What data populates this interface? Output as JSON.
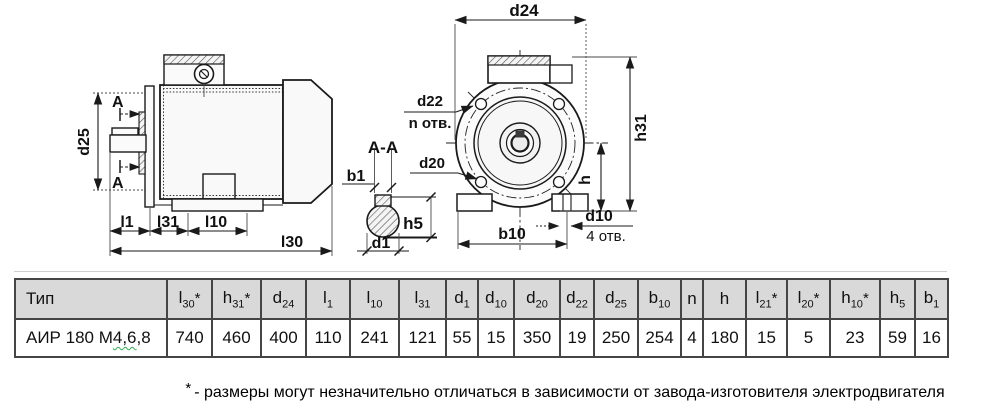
{
  "drawing": {
    "left": {
      "d25": "d25",
      "a_top": "A",
      "a_bottom": "A",
      "l1": "l1",
      "l31": "l31",
      "l10": "l10",
      "l30": "l30"
    },
    "section": {
      "title": "A-A",
      "b1": "b1",
      "h5": "h5",
      "d1": "d1"
    },
    "front": {
      "d24": "d24",
      "d22": "d22",
      "n_holes": "n отв.",
      "d20": "d20",
      "h31": "h31",
      "h": "h",
      "b10": "b10",
      "d10": "d10",
      "four_holes": "4 отв."
    }
  },
  "table": {
    "type_header": "Тип",
    "columns": [
      {
        "b": "l",
        "s": "30",
        "star": "*"
      },
      {
        "b": "h",
        "s": "31",
        "star": "*"
      },
      {
        "b": "d",
        "s": "24"
      },
      {
        "b": "l",
        "s": "1"
      },
      {
        "b": "l",
        "s": "10"
      },
      {
        "b": "l",
        "s": "31"
      },
      {
        "b": "d",
        "s": "1"
      },
      {
        "b": "d",
        "s": "10"
      },
      {
        "b": "d",
        "s": "20"
      },
      {
        "b": "d",
        "s": "22"
      },
      {
        "b": "d",
        "s": "25"
      },
      {
        "b": "b",
        "s": "10"
      },
      {
        "b": "n",
        "s": ""
      },
      {
        "b": "h",
        "s": ""
      },
      {
        "b": "l",
        "s": "21",
        "star": "*"
      },
      {
        "b": "l",
        "s": "20",
        "star": "*"
      },
      {
        "b": "h",
        "s": "10",
        "star": "*"
      },
      {
        "b": "h",
        "s": "5"
      },
      {
        "b": "b",
        "s": "1"
      }
    ],
    "row": {
      "type_prefix": "АИР 180 М",
      "type_mid": "4,6",
      "type_suffix": ",8",
      "values": [
        740,
        460,
        400,
        110,
        241,
        121,
        55,
        15,
        350,
        19,
        250,
        254,
        4,
        180,
        15,
        5,
        23,
        59,
        16
      ]
    }
  },
  "note": {
    "star": "*",
    "text": "- размеры могут незначительно отличаться в зависимости  от завода-изготовителя электродвигателя"
  },
  "colors": {
    "table_header_bg": "#d9d9d9",
    "table_border": "#454545",
    "drawing_line": "#1a1a1a",
    "spellcheck_squiggle": "#2fae4e"
  }
}
